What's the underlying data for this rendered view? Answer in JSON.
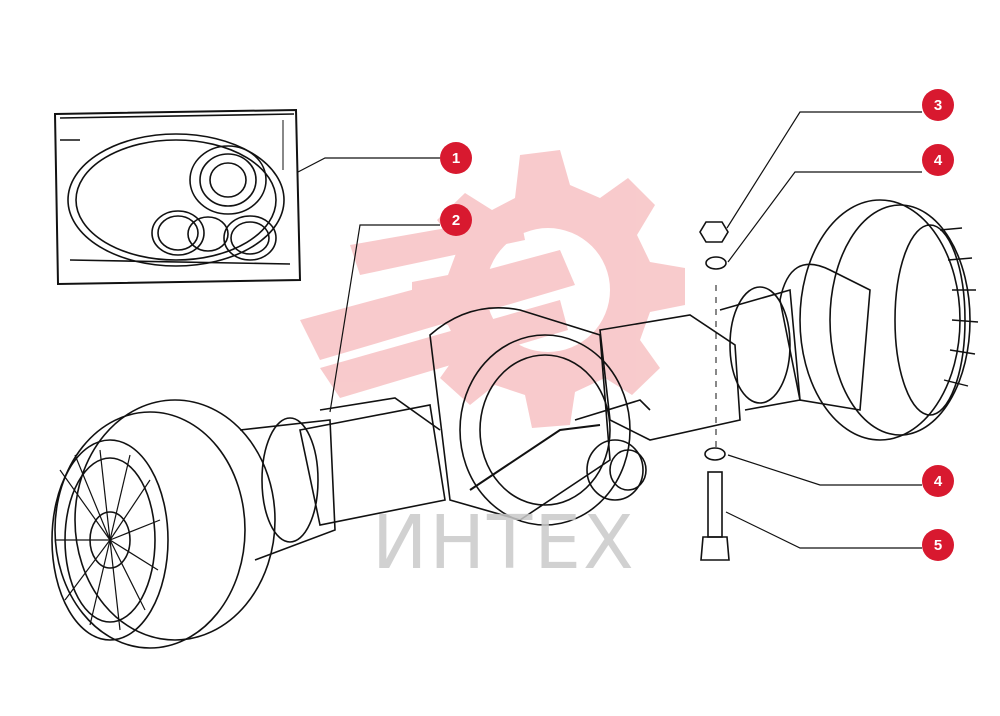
{
  "diagram": {
    "watermark": "ИНТЕХ",
    "accent_color": "#d8192f",
    "watermark_color": "#f4b5b7",
    "callouts": [
      {
        "id": "callout-1",
        "label": "1"
      },
      {
        "id": "callout-2",
        "label": "2"
      },
      {
        "id": "callout-3",
        "label": "3"
      },
      {
        "id": "callout-4a",
        "label": "4"
      },
      {
        "id": "callout-4b",
        "label": "4"
      },
      {
        "id": "callout-5",
        "label": "5"
      }
    ]
  }
}
